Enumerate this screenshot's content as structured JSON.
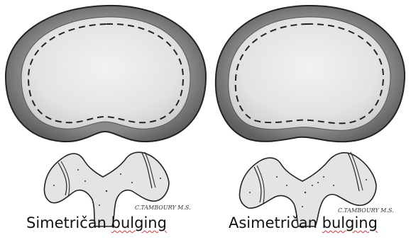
{
  "figures": [
    {
      "caption_word": "Simetričan",
      "caption_flagged_word": "bulging",
      "signature": "C.TAMBOURY M.S."
    },
    {
      "caption_word": "Asimetričan",
      "caption_flagged_word": "bulging",
      "signature": "C.TAMBOURY M.S."
    }
  ],
  "colors": {
    "disc_outer": "#7a7a7a",
    "disc_inner": "#e6e6e6",
    "outline": "#222222",
    "spell_check_underline": "#d23a3a"
  }
}
